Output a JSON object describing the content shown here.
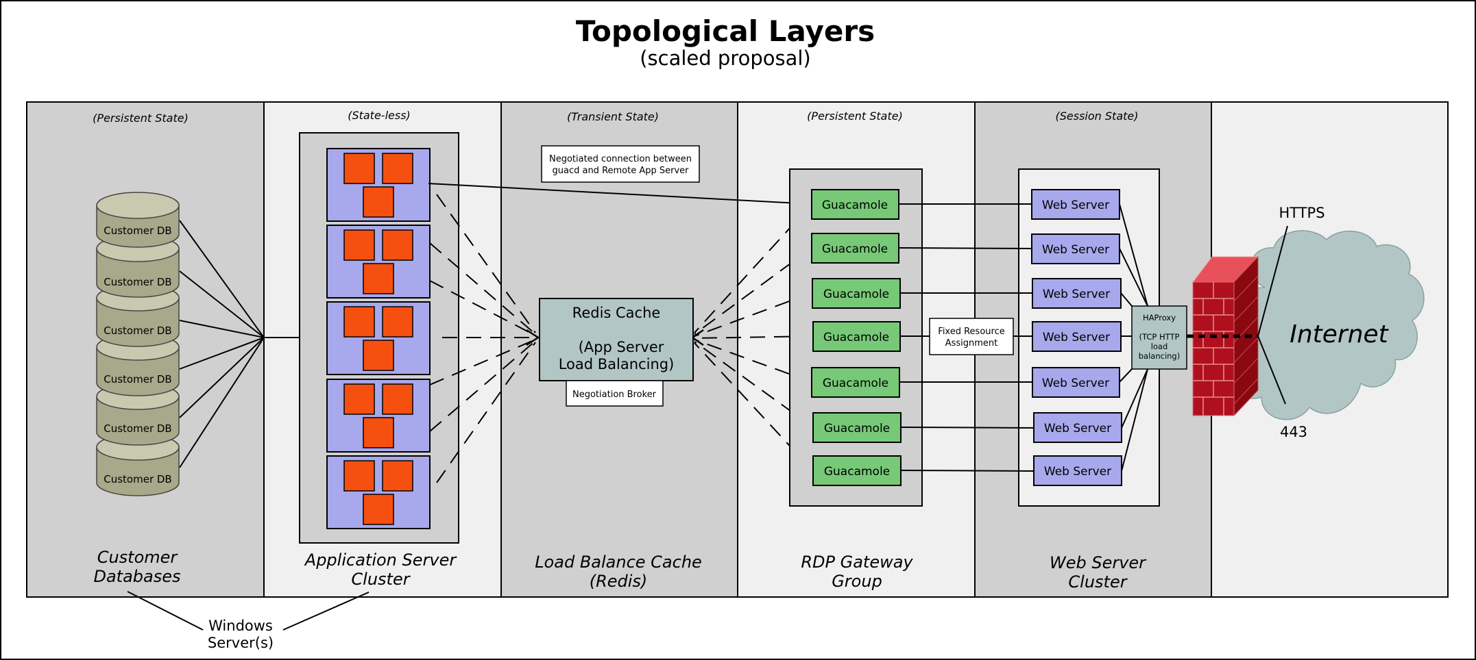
{
  "title": "Topological Layers",
  "subtitle": "(scaled proposal)",
  "layers": [
    {
      "state": "(Persistent State)",
      "label_line1": "Customer",
      "label_line2": "Databases"
    },
    {
      "state": "(State-less)",
      "label_line1": "Application Server",
      "label_line2": "Cluster"
    },
    {
      "state": "(Transient State)",
      "label_line1": "Load Balance Cache",
      "label_line2": "(Redis)"
    },
    {
      "state": "(Persistent State)",
      "label_line1": "RDP Gateway",
      "label_line2": "Group"
    },
    {
      "state": "(Session State)",
      "label_line1": "Web Server",
      "label_line2": "Cluster"
    }
  ],
  "databases": [
    "Customer DB",
    "Customer DB",
    "Customer DB",
    "Customer DB",
    "Customer DB",
    "Customer DB"
  ],
  "redis": {
    "line1": "Redis Cache",
    "line2": "(App Server",
    "line3": "Load Balancing)",
    "broker": "Negotiation Broker"
  },
  "negotiated_note": {
    "line1": "Negotiated connection between",
    "line2": "guacd and Remote App Server"
  },
  "gateways": [
    "Guacamole",
    "Guacamole",
    "Guacamole",
    "Guacamole",
    "Guacamole",
    "Guacamole",
    "Guacamole"
  ],
  "fixed_resource": {
    "line1": "Fixed Resource",
    "line2": "Assignment"
  },
  "web_servers": [
    "Web Server",
    "Web Server",
    "Web Server",
    "Web Server",
    "Web Server",
    "Web Server",
    "Web Server"
  ],
  "haproxy": {
    "line1": "HAProxy",
    "line2": "(TCP HTTP",
    "line3": "load",
    "line4": "balancing)"
  },
  "internet": {
    "label": "Internet",
    "https": "HTTPS",
    "port": "443"
  },
  "windows_servers": {
    "line1": "Windows",
    "line2": "Server(s)"
  },
  "colors": {
    "layer_dark": "#d0d0d0",
    "layer_light": "#f0f0f0",
    "db_fill": "#a8a88a",
    "db_top": "#c9c9b0",
    "app_square": "#f5500f",
    "app_box": "#a8a8ec",
    "gateway": "#77c977",
    "web_server": "#a8a8ec",
    "redis": "#b3c6c6",
    "cloud": "#b3c6c6",
    "firewall": "#b0101e"
  },
  "icons": [
    "database-icon",
    "firewall-icon",
    "cloud-icon",
    "app-server-icon"
  ]
}
